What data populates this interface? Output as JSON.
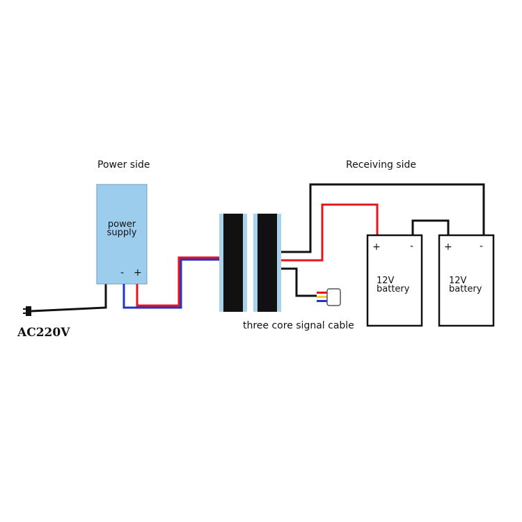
{
  "labels": {
    "power_side": "Power side",
    "receiving_side": "Receiving side",
    "signal_cable": "three core signal cable",
    "ac_input": "AC220V"
  },
  "power_supply": {
    "line1": "power",
    "line2": "supply",
    "minus": "-",
    "plus": "+"
  },
  "batteries": [
    {
      "line1": "12V",
      "line2": "battery",
      "plus": "+",
      "minus": "-"
    },
    {
      "line1": "12V",
      "line2": "battery",
      "plus": "+",
      "minus": "-"
    }
  ],
  "colors": {
    "power_supply_fill": "#9dcdec",
    "module_frame": "#a9d3ec",
    "module_core": "#111111",
    "wire_black": "#111111",
    "wire_red": "#e8141b",
    "wire_blue": "#2233cc",
    "connector_yellow": "#f2d21b"
  }
}
